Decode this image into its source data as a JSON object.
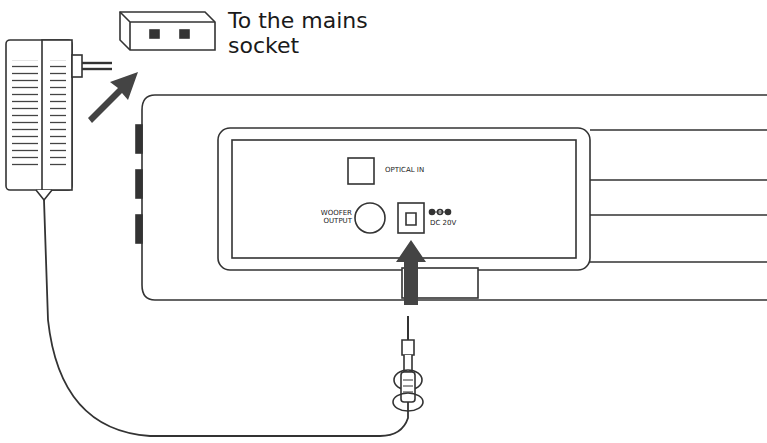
{
  "diagram": {
    "labels": [
      "To the mains socket",
      "OPTICAL IN",
      "WOOFER OUTPUT",
      "DC 20V"
    ]
  }
}
